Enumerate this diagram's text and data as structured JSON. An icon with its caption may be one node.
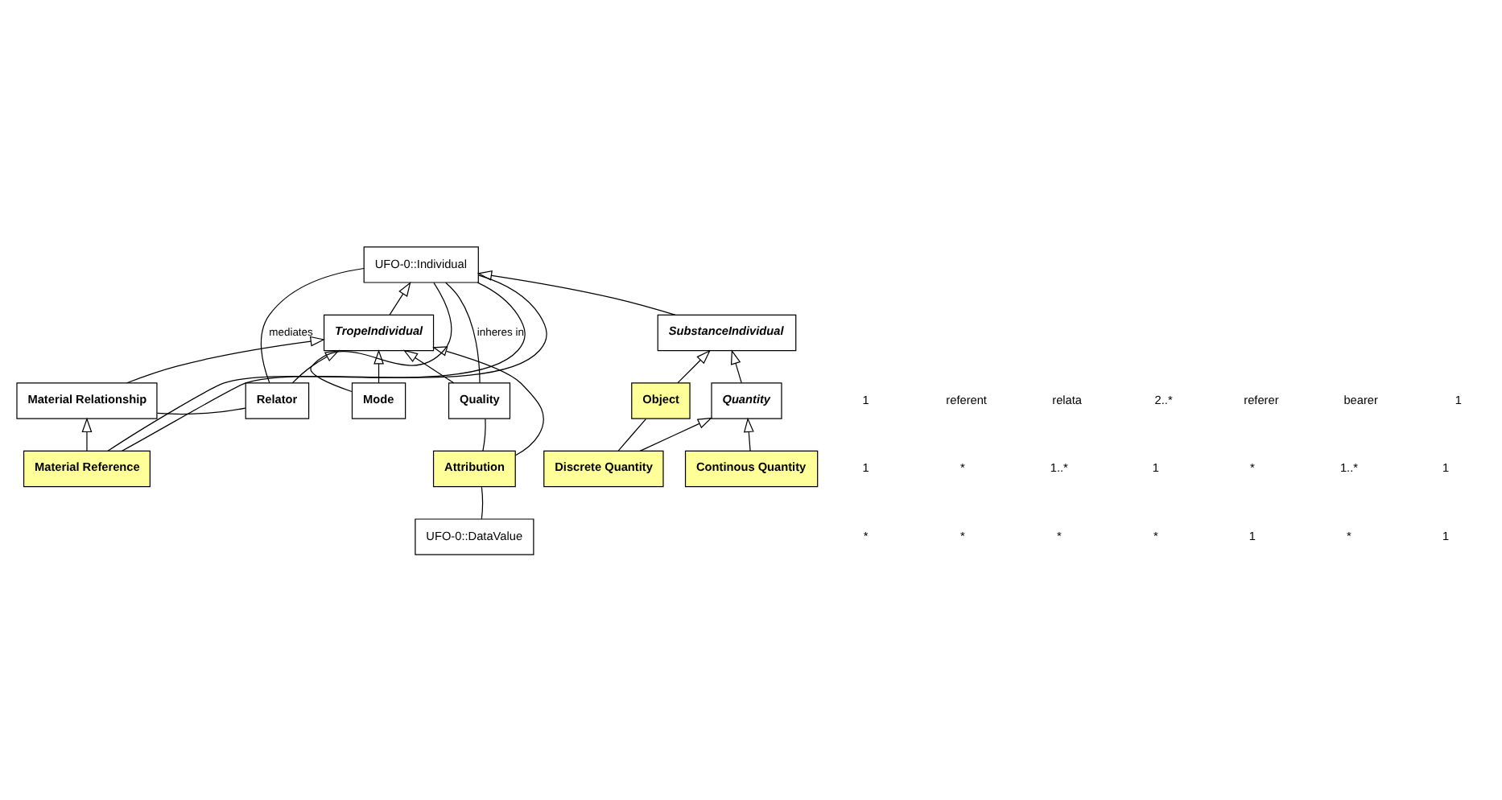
{
  "diagram": {
    "nodes": [
      {
        "text": [
          "UFO-0::Individual"
        ]
      },
      {
        "text": [
          "SubstanceIndividual"
        ]
      },
      {
        "text": [
          "TropeIndividual"
        ]
      },
      {
        "text": [
          "Quantity"
        ]
      },
      {
        "text": [
          "Object"
        ]
      },
      {
        "text": [
          "Continous Quantity"
        ]
      },
      {
        "text": [
          "Discrete Quantity"
        ]
      },
      {
        "text": [
          "Relator"
        ]
      },
      {
        "text": [
          "Mode"
        ]
      },
      {
        "text": [
          "Quality"
        ]
      },
      {
        "text": [
          "Material Relationship"
        ]
      },
      {
        "text": [
          "Material Reference"
        ]
      },
      {
        "text": [
          "Attribution"
        ]
      },
      {
        "text": [
          "UFO-0::DataValue"
        ]
      }
    ],
    "edges": [
      {
        "from": 1,
        "to": 0,
        "arrow": "to"
      },
      {
        "from": 2,
        "to": 0,
        "arrow": "to"
      },
      {
        "from": 3,
        "to": 1,
        "arrow": "to"
      },
      {
        "from": 4,
        "to": 1,
        "arrow": "to"
      },
      {
        "from": 5,
        "to": 3,
        "arrow": "to"
      },
      {
        "from": 6,
        "to": 3,
        "arrow": "to"
      },
      {
        "from": 10,
        "to": 2,
        "arrow": "to"
      },
      {
        "from": 7,
        "to": 2,
        "arrow": "to"
      },
      {
        "from": 8,
        "to": 2,
        "arrow": "to"
      },
      {
        "from": 12,
        "to": 2,
        "arrow": "to"
      },
      {
        "from": 9,
        "to": 2,
        "arrow": "to"
      },
      {
        "from": 11,
        "to": 10,
        "arrow": "to"
      },
      {
        "from": 0,
        "to": 11,
        "arrow": "none"
      },
      {
        "from": 0,
        "to": 11,
        "arrow": "none"
      },
      {
        "from": 0,
        "to": 7,
        "arrow": "none",
        "label": "mediates"
      },
      {
        "from": 0,
        "to": 8,
        "arrow": "none"
      },
      {
        "from": 0,
        "to": 9,
        "arrow": "none",
        "label": "inheres in"
      },
      {
        "from": 4,
        "to": 6,
        "arrow": "none"
      },
      {
        "from": 7,
        "to": 10,
        "arrow": "none"
      },
      {
        "from": 9,
        "to": 12,
        "arrow": "none"
      },
      {
        "from": 12,
        "to": 13,
        "arrow": "none"
      }
    ],
    "labels": [
      "1",
      "referent",
      "relata",
      "2..*",
      "referer",
      "bearer",
      "1",
      "1",
      "*",
      "1..*",
      "1",
      "*",
      "1..*",
      "1",
      "*",
      "*",
      "*",
      "*",
      "1",
      "*",
      "1"
    ]
  }
}
